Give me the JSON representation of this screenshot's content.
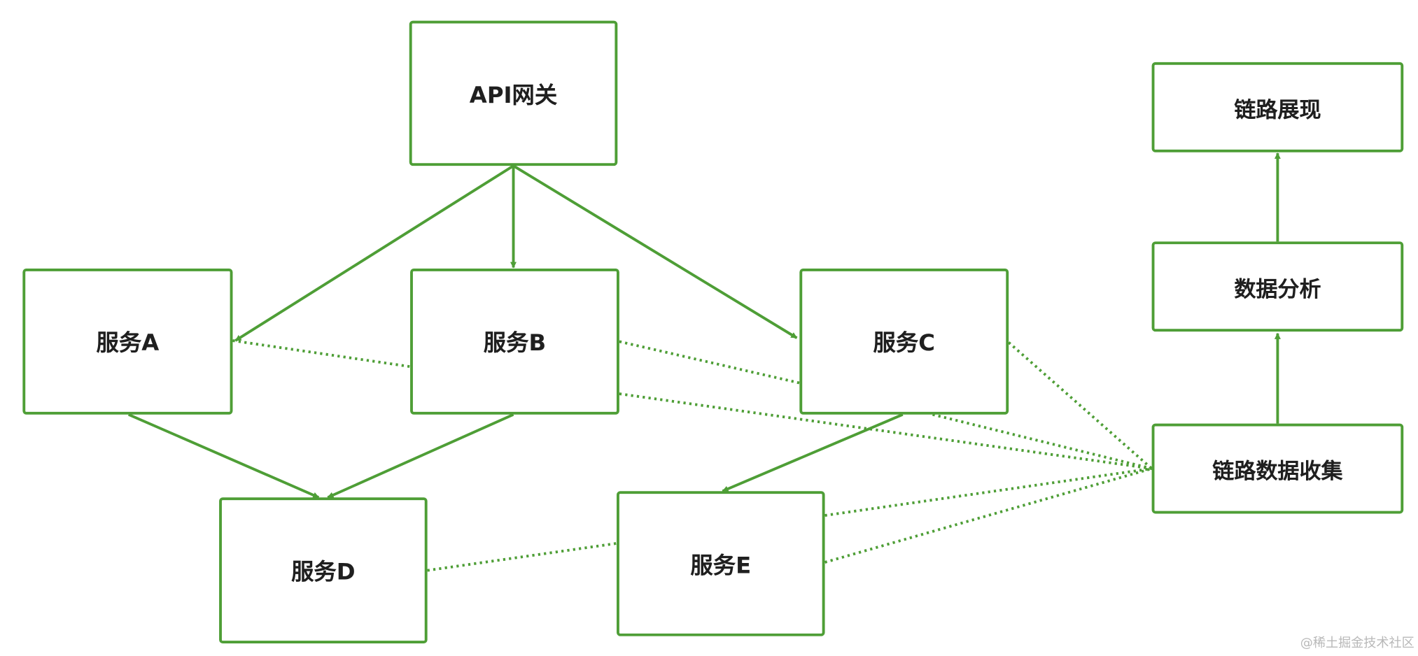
{
  "nodes": {
    "gateway": "API网关",
    "service_a": "服务A",
    "service_b": "服务B",
    "service_c": "服务C",
    "service_d": "服务D",
    "service_e": "服务E",
    "trace_collect": "链路数据收集",
    "data_analysis": "数据分析",
    "trace_display": "链路展现"
  },
  "watermark": "@稀土掘金技术社区",
  "colors": {
    "stroke": "#4e9e36",
    "text": "#1f1f1f"
  }
}
